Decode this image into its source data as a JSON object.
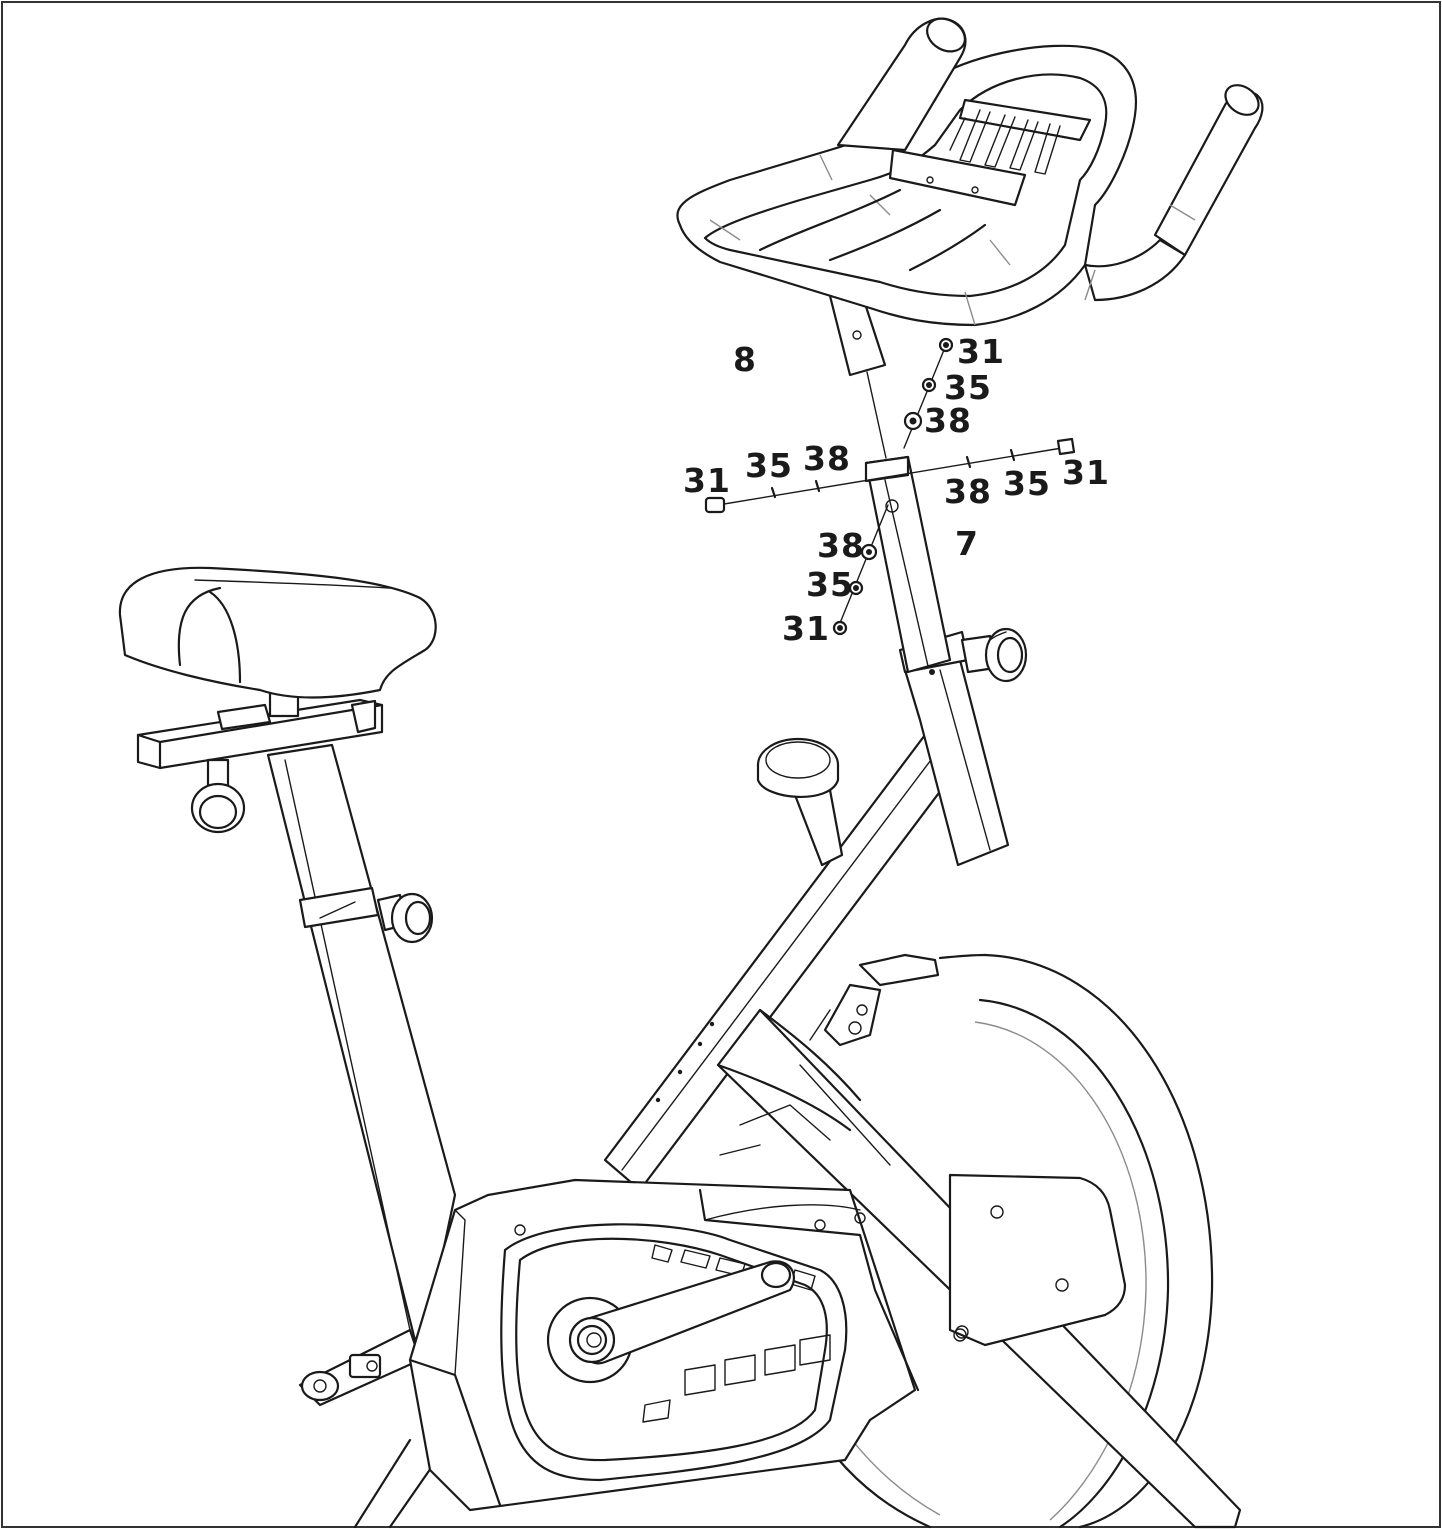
{
  "callouts": {
    "part_8": "8",
    "part_7": "7",
    "bolt_top": "31",
    "washer_top": "35",
    "washer_top_flat": "38",
    "bolt_left": "31",
    "washer_left": "35",
    "washer_left_flat": "38",
    "washer_right_flat": "38",
    "washer_right": "35",
    "bolt_right": "31",
    "washer_bottom_flat": "38",
    "washer_bottom": "35",
    "bolt_bottom": "31"
  },
  "colors": {
    "line": "#1a1a1a",
    "background": "#ffffff",
    "frame_border": "#333333"
  }
}
